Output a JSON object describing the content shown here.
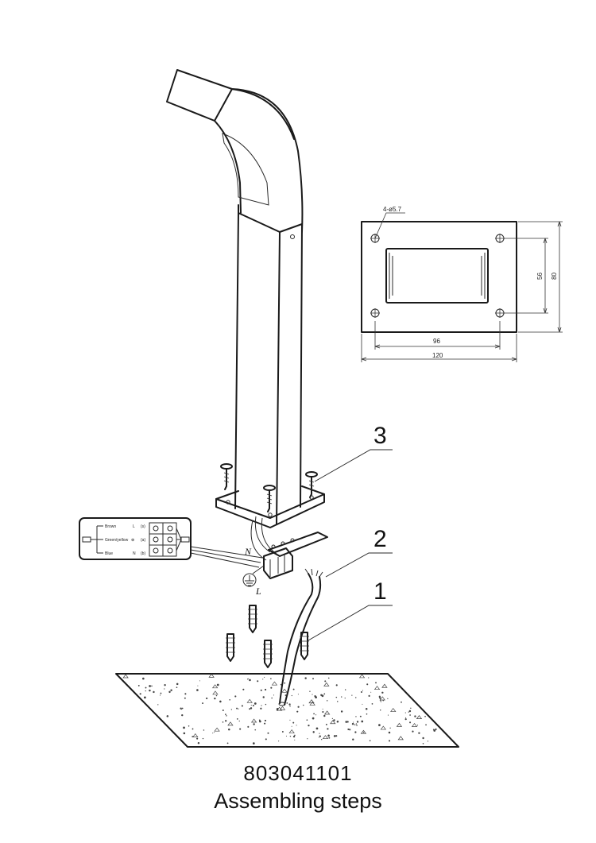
{
  "document": {
    "model_number": "803041101",
    "title": "Assembling steps"
  },
  "callouts": {
    "anchors": "1",
    "cable": "2",
    "screws": "3"
  },
  "base_plate_drawing": {
    "hole_spec": "4-ø5.7",
    "dim_hole_spacing_width": "96",
    "dim_overall_width": "120",
    "dim_hole_spacing_height": "56",
    "dim_overall_height": "80"
  },
  "wiring_diagram": {
    "rows": [
      {
        "color_name": "Brown",
        "terminal": "L",
        "code": "(s)"
      },
      {
        "color_name": "Green/yellow",
        "terminal": "⊕",
        "code": "(a)"
      },
      {
        "color_name": "Blue",
        "terminal": "N",
        "code": "(b)"
      }
    ]
  },
  "terminal_labels": {
    "neutral": "N",
    "live": "L"
  }
}
